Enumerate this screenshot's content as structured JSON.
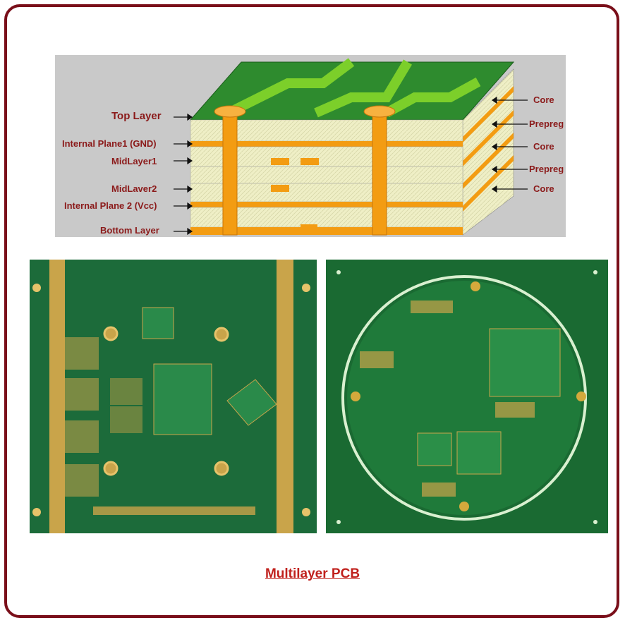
{
  "diagram": {
    "left_labels": [
      "Top Layer",
      "Internal Plane1 (GND)",
      "MidLayer1",
      "MidLaver2",
      "Internal Plane 2 (Vcc)",
      "Bottom Layer"
    ],
    "right_labels": [
      "Core",
      "Prepreg",
      "Core",
      "Prepreg",
      "Core"
    ]
  },
  "caption": "Multilayer PCB",
  "colors": {
    "frame": "#7a0f1a",
    "label": "#8b1a1a",
    "caption": "#c0201c",
    "solder_mask": "#1f7a33",
    "trace": "#7ccf2a",
    "copper": "#f39c12",
    "substrate": "#efefc6",
    "board_green": "#1c6b3a",
    "gold": "#c9a44a"
  }
}
